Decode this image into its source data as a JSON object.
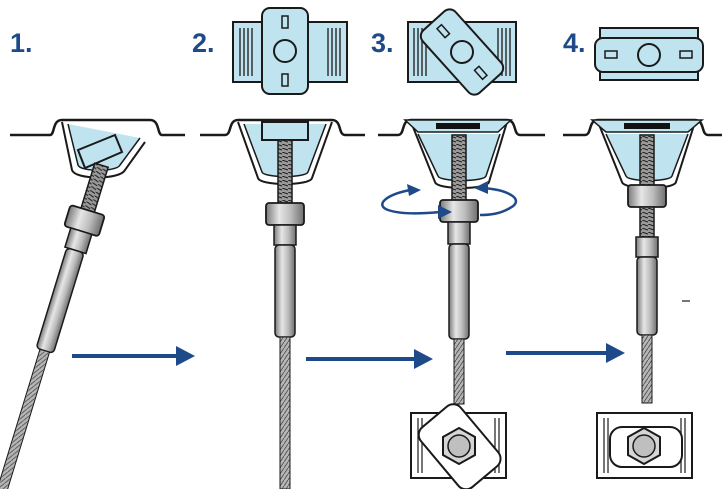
{
  "steps": [
    {
      "label": "1."
    },
    {
      "label": "2."
    },
    {
      "label": "3."
    },
    {
      "label": "4."
    }
  ],
  "colors": {
    "step_number": "#1f4a8a",
    "arrow": "#1f4a8a",
    "part_fill": "#bfe3ef",
    "outline": "#1a1a1a",
    "metal_light": "#d9d9d9",
    "metal_dark": "#8c8c8c"
  },
  "icons": [
    "right-arrow-icon",
    "rotation-arrows-icon",
    "hex-nut-icon",
    "threaded-rod-icon",
    "steel-cable-icon",
    "channel-rail-icon",
    "t-nut-icon"
  ]
}
